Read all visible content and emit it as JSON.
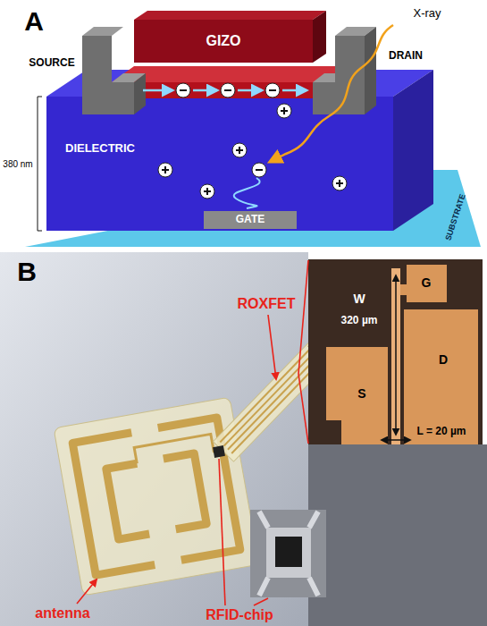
{
  "diagram": {
    "nodes": [
      {
        "text": [
          "GIZO"
        ]
      },
      {
        "text": [
          "GATE"
        ]
      }
    ],
    "labels": [
      "A",
      "X-ray",
      "SOURCE",
      "DRAIN",
      "DIELECTRIC",
      "380 nm",
      "SUBSTRATE",
      "B",
      "ROXFET",
      "W",
      "320 µm",
      "G",
      "D",
      "S",
      "L = 20 µm",
      "antenna",
      "RFID-chip"
    ]
  }
}
